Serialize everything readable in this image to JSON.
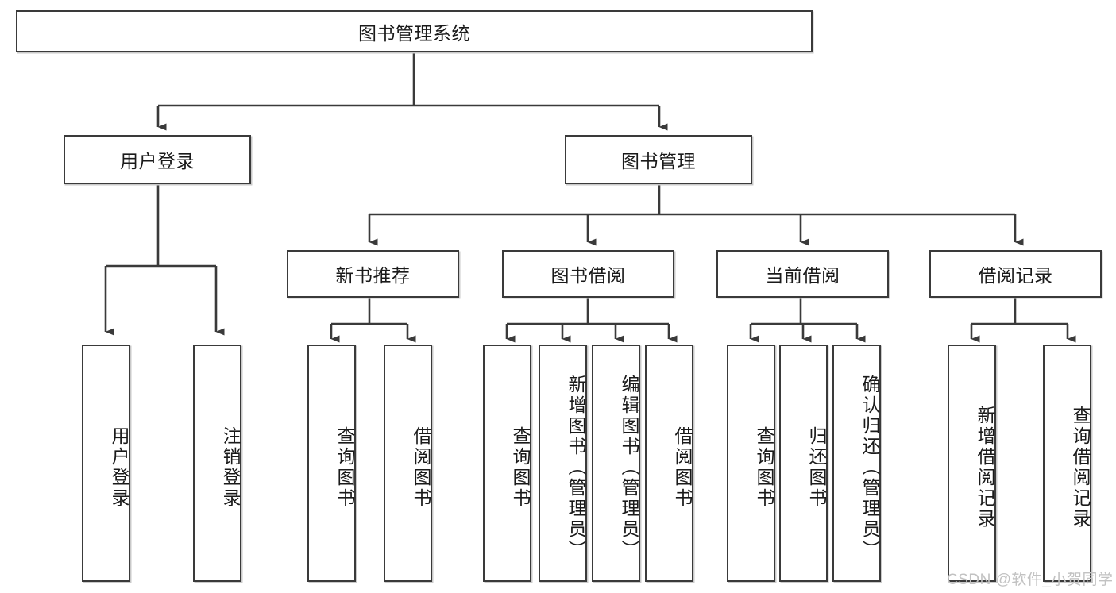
{
  "diagram": {
    "title": "图书管理系统",
    "type": "tree-hierarchy-diagram",
    "colors": {
      "box_border": "#3a3a3a",
      "box_fill": "#ffffff",
      "connector": "#3a3a3a",
      "text": "#1a1a1a",
      "watermark": "#c2c2c2",
      "background": "#ffffff"
    },
    "root": {
      "label": "图书管理系统"
    },
    "level2": [
      {
        "label": "用户登录"
      },
      {
        "label": "图书管理"
      }
    ],
    "level3": [
      {
        "label": "新书推荐"
      },
      {
        "label": "图书借阅"
      },
      {
        "label": "当前借阅"
      },
      {
        "label": "借阅记录"
      }
    ],
    "leaves_user_login": [
      {
        "label": "用户登录"
      },
      {
        "label": "注销登录"
      }
    ],
    "leaves_new_book": [
      {
        "label": "查询图书"
      },
      {
        "label": "借阅图书"
      }
    ],
    "leaves_borrow": [
      {
        "label": "查询图书"
      },
      {
        "label": "新增图书（管理员）"
      },
      {
        "label": "编辑图书（管理员）"
      },
      {
        "label": "借阅图书"
      }
    ],
    "leaves_current": [
      {
        "label": "查询图书"
      },
      {
        "label": "归还图书"
      },
      {
        "label": "确认归还（管理员）"
      }
    ],
    "leaves_records": [
      {
        "label": "新增借阅记录"
      },
      {
        "label": "查询借阅记录"
      }
    ],
    "watermark": "CSDN @软件_小贺同学"
  }
}
